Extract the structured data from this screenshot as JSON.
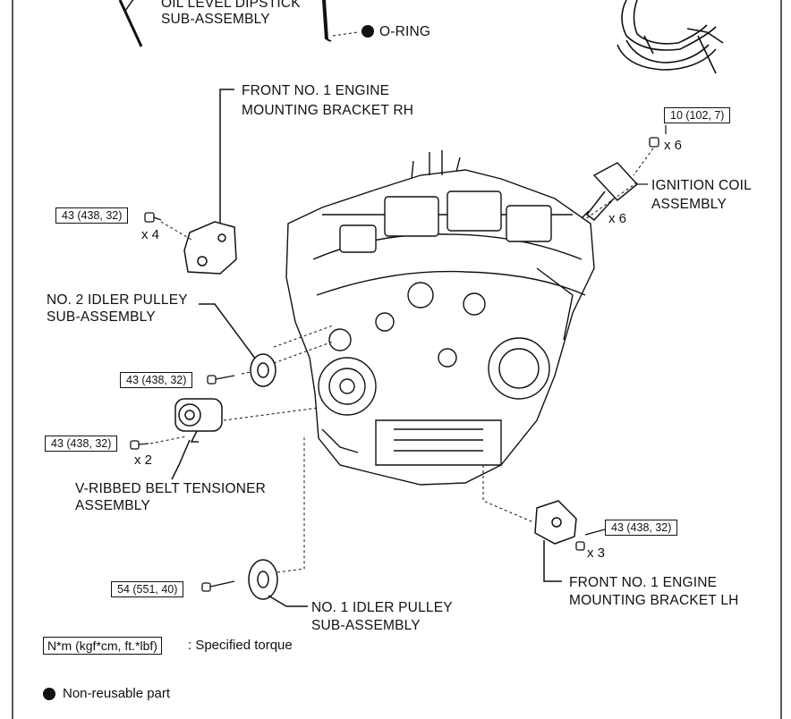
{
  "labels": {
    "oil_dipstick": [
      "OIL LEVEL DIPSTICK",
      "SUB-ASSEMBLY"
    ],
    "o_ring": "O-RING",
    "bracket_rh": [
      "FRONT NO. 1 ENGINE",
      "MOUNTING BRACKET RH"
    ],
    "ignition_coil": [
      "IGNITION COIL",
      "ASSEMBLY"
    ],
    "idler2": [
      "NO. 2 IDLER PULLEY",
      "SUB-ASSEMBLY"
    ],
    "tensioner": [
      "V-RIBBED BELT TENSIONER",
      "ASSEMBLY"
    ],
    "bracket_lh": [
      "FRONT NO. 1 ENGINE",
      "MOUNTING BRACKET LH"
    ],
    "idler1": [
      "NO. 1 IDLER PULLEY",
      "SUB-ASSEMBLY"
    ]
  },
  "torques": {
    "ignition": "10 (102, 7)",
    "bracket_rh": "43 (438, 32)",
    "idler2": "43 (438, 32)",
    "tensioner": "43 (438, 32)",
    "bracket_lh": "43 (438, 32)",
    "idler1": "54 (551, 40)"
  },
  "quantities": {
    "ignition_bolt": "x 6",
    "ignition_coil": "x 6",
    "bracket_rh": "x 4",
    "tensioner": "x 2",
    "bracket_lh": "x 3"
  },
  "legend": {
    "torque_unit": "N*m (kgf*cm, ft.*lbf)",
    "torque_desc": ": Specified torque",
    "nonreusable": "Non-reusable part"
  },
  "colors": {
    "ink": "#111111",
    "frame": "#222222",
    "background": "#ffffff"
  }
}
